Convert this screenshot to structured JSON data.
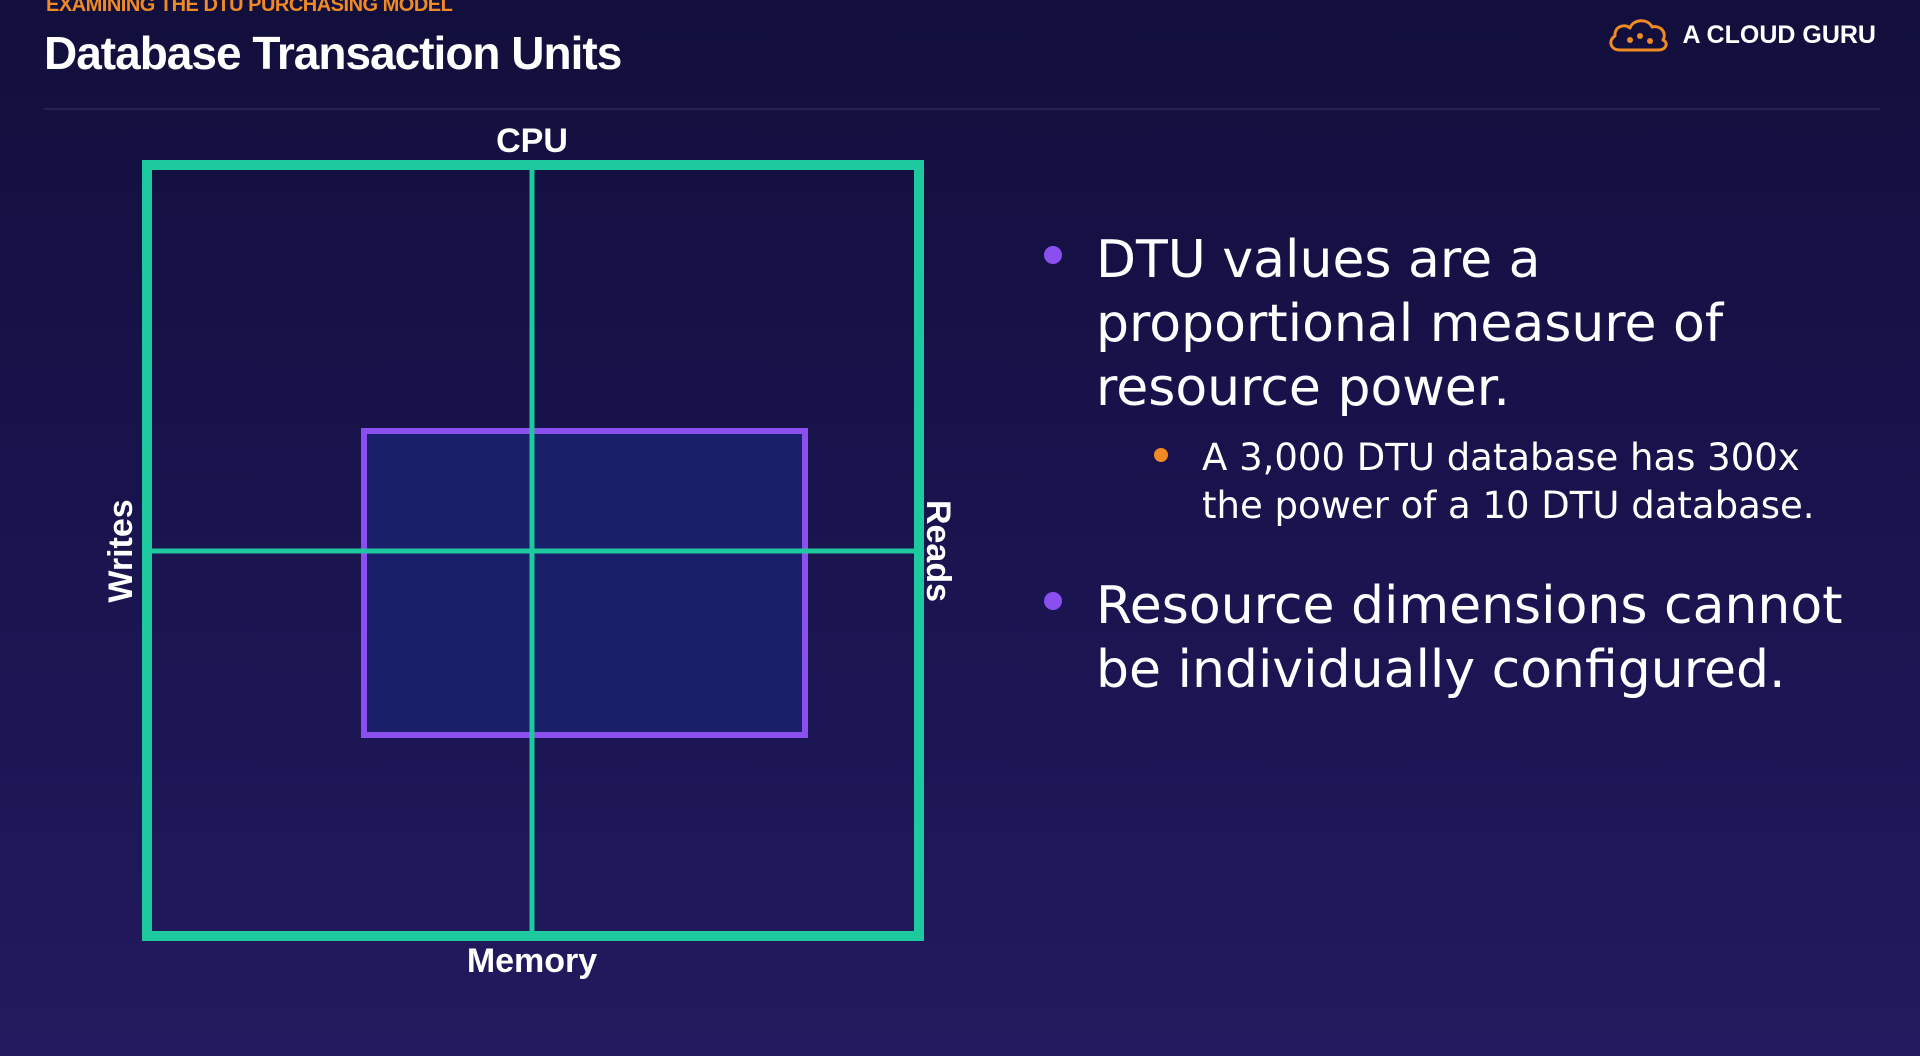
{
  "header": {
    "kicker": "EXAMINING THE DTU PURCHASING MODEL",
    "title": "Database Transaction Units",
    "brand_name": "A CLOUD GURU",
    "brand_icon": "cloud-logo-icon"
  },
  "diagram": {
    "labels": {
      "top": "CPU",
      "bottom": "Memory",
      "left": "Writes",
      "right": "Reads"
    },
    "colors": {
      "outer_grid": "#1ec9a0",
      "inner_box_stroke": "#8b4ff0",
      "inner_box_fill": "#1a1f6a"
    }
  },
  "bullets": [
    {
      "text": "DTU values are a proportional measure of resource power.",
      "sub": [
        "A 3,000 DTU database has 300x the power of a 10 DTU database."
      ]
    },
    {
      "text": "Resource dimensions cannot be individually configured.",
      "sub": []
    }
  ],
  "colors": {
    "background": "#170f46",
    "accent_orange": "#f08a24",
    "accent_purple": "#8b4ff0",
    "accent_teal": "#1ec9a0"
  }
}
